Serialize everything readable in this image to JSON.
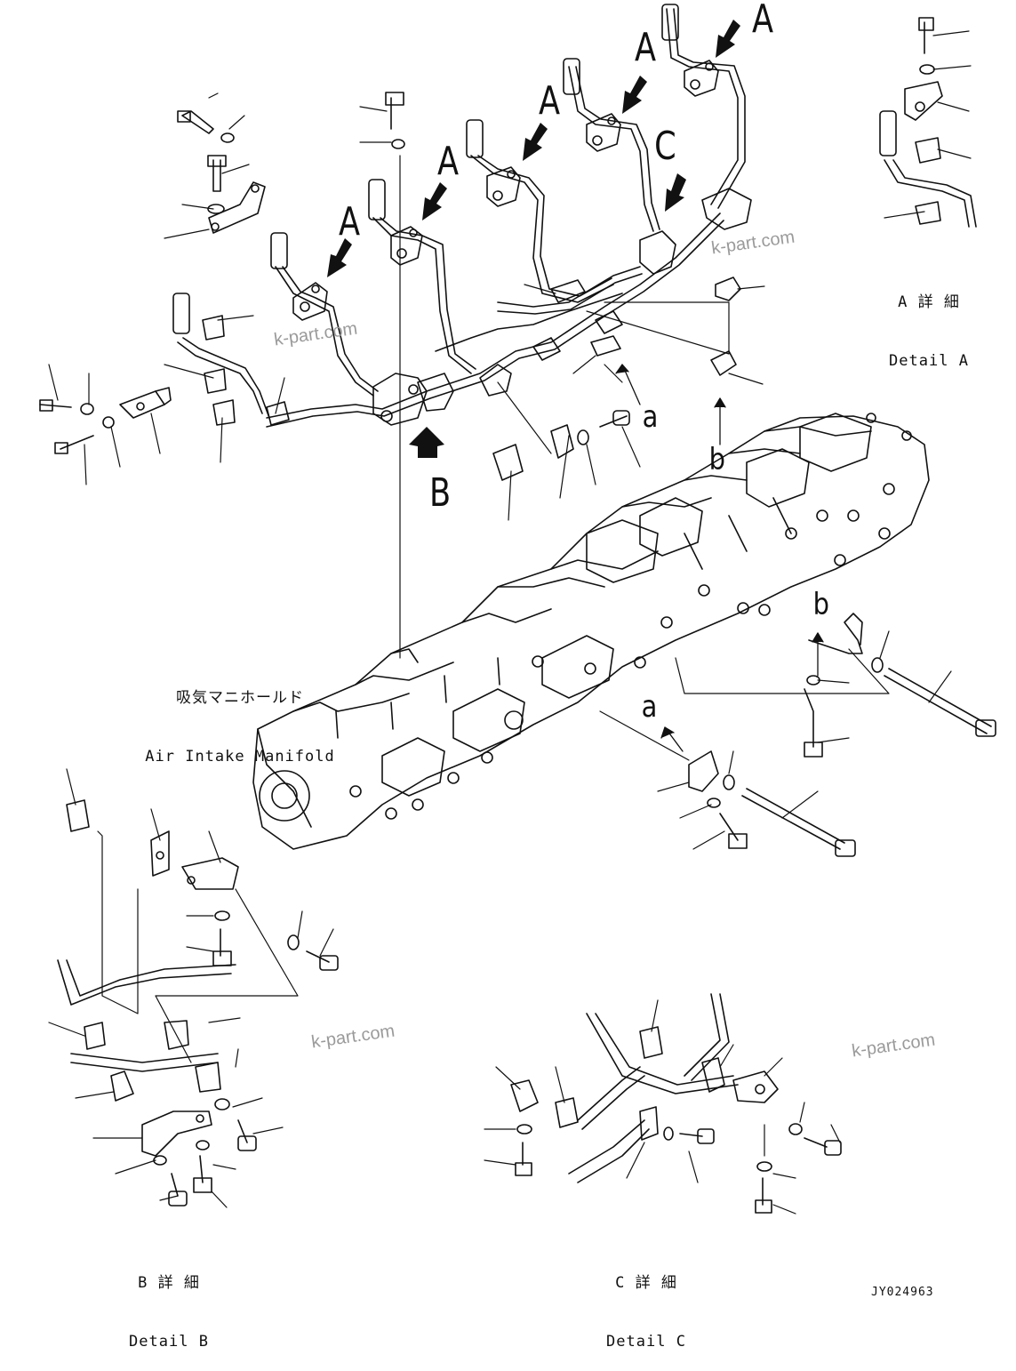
{
  "callouts": {
    "a1": "A",
    "a2": "A",
    "a3": "A",
    "a4": "A",
    "a5": "A",
    "b": "B",
    "c": "C",
    "small_a1": "a",
    "small_a2": "a",
    "small_b1": "b",
    "small_b2": "b"
  },
  "manifold_label": {
    "jp": "吸気マニホールド",
    "en": "Air Intake Manifold"
  },
  "detail_a": {
    "jp": "A 詳 細",
    "en": "Detail A"
  },
  "detail_b": {
    "jp": "B 詳 細",
    "en": "Detail B"
  },
  "detail_c": {
    "jp": "C 詳 細",
    "en": "Detail C"
  },
  "watermarks": [
    "k-part.com",
    "k-part.com",
    "k-part.com",
    "k-part.com"
  ],
  "drawing_code": "JY024963"
}
